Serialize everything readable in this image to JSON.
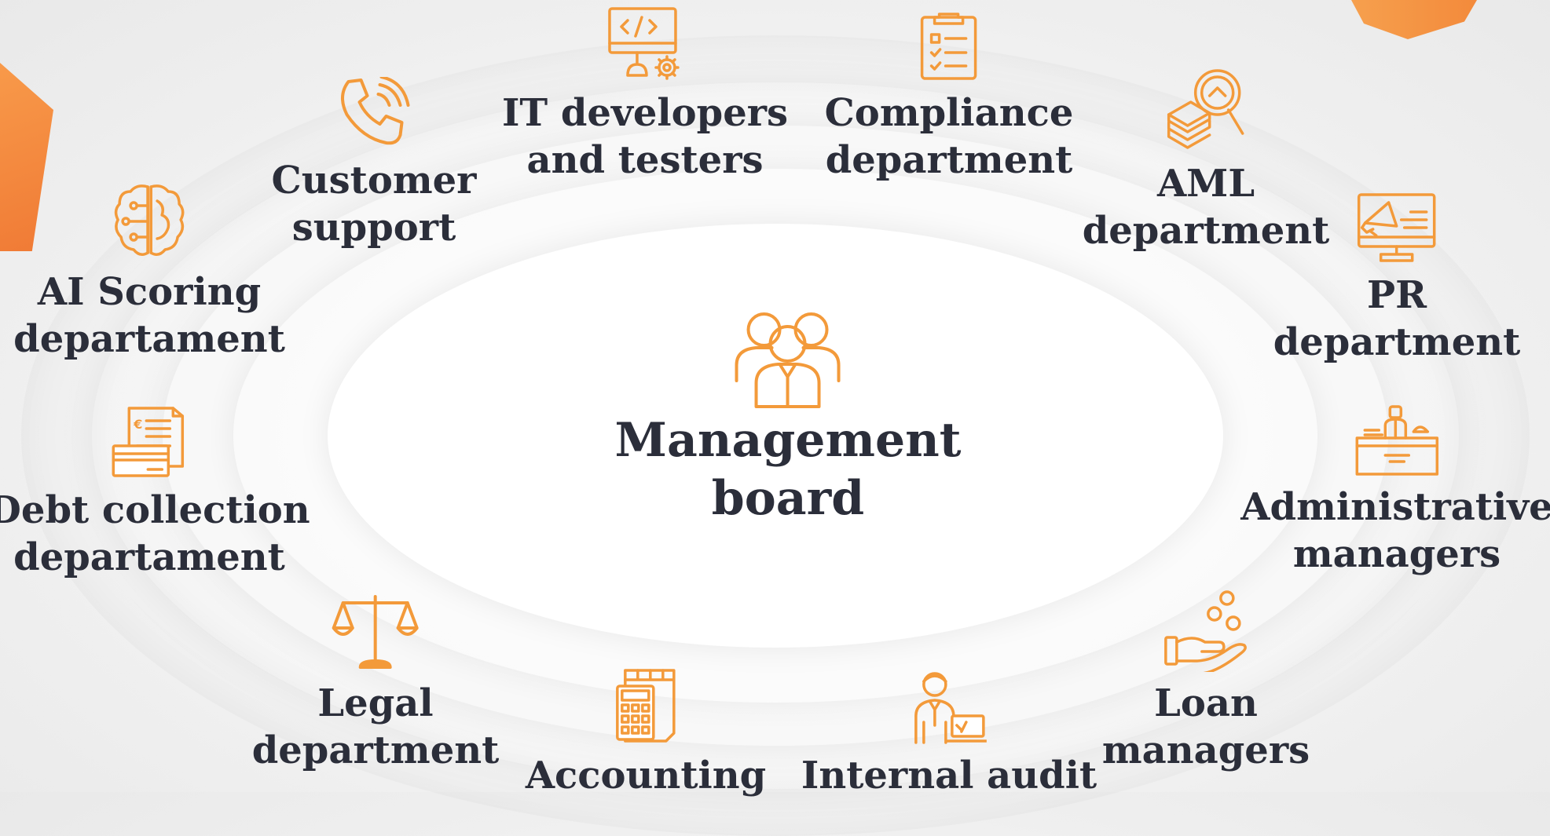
{
  "center": {
    "line1": "Management",
    "line2": "board"
  },
  "nodes": {
    "it": {
      "line1": "IT developers",
      "line2": "and testers"
    },
    "compliance": {
      "line1": "Compliance",
      "line2": "department"
    },
    "customer_support": {
      "line1": "Customer",
      "line2": "support"
    },
    "aml": {
      "line1": "AML",
      "line2": "department"
    },
    "ai_scoring": {
      "line1": "AI Scoring",
      "line2": "departament"
    },
    "pr": {
      "line1": "PR",
      "line2": "department"
    },
    "debt": {
      "line1": "Debt collection",
      "line2": "departament"
    },
    "admin": {
      "line1": "Administrative",
      "line2": "managers"
    },
    "legal": {
      "line1": "Legal",
      "line2": "department"
    },
    "loan": {
      "line1": "Loan",
      "line2": "managers"
    },
    "accounting": {
      "line1": "Accounting"
    },
    "audit": {
      "line1": "Internal audit"
    }
  },
  "colors": {
    "accent": "#f39a3a",
    "text": "#2b2e3a",
    "decor": "#f5903f"
  },
  "icons": {
    "center": "team-icon",
    "it": "code-computer-icon",
    "compliance": "clipboard-checklist-icon",
    "customer_support": "phone-call-icon",
    "aml": "money-magnifier-icon",
    "ai_scoring": "brain-circuit-icon",
    "pr": "megaphone-monitor-icon",
    "debt": "invoice-card-icon",
    "admin": "receptionist-desk-icon",
    "legal": "scales-icon",
    "loan": "hand-coins-icon",
    "accounting": "calculator-icon",
    "audit": "auditor-laptop-icon"
  }
}
